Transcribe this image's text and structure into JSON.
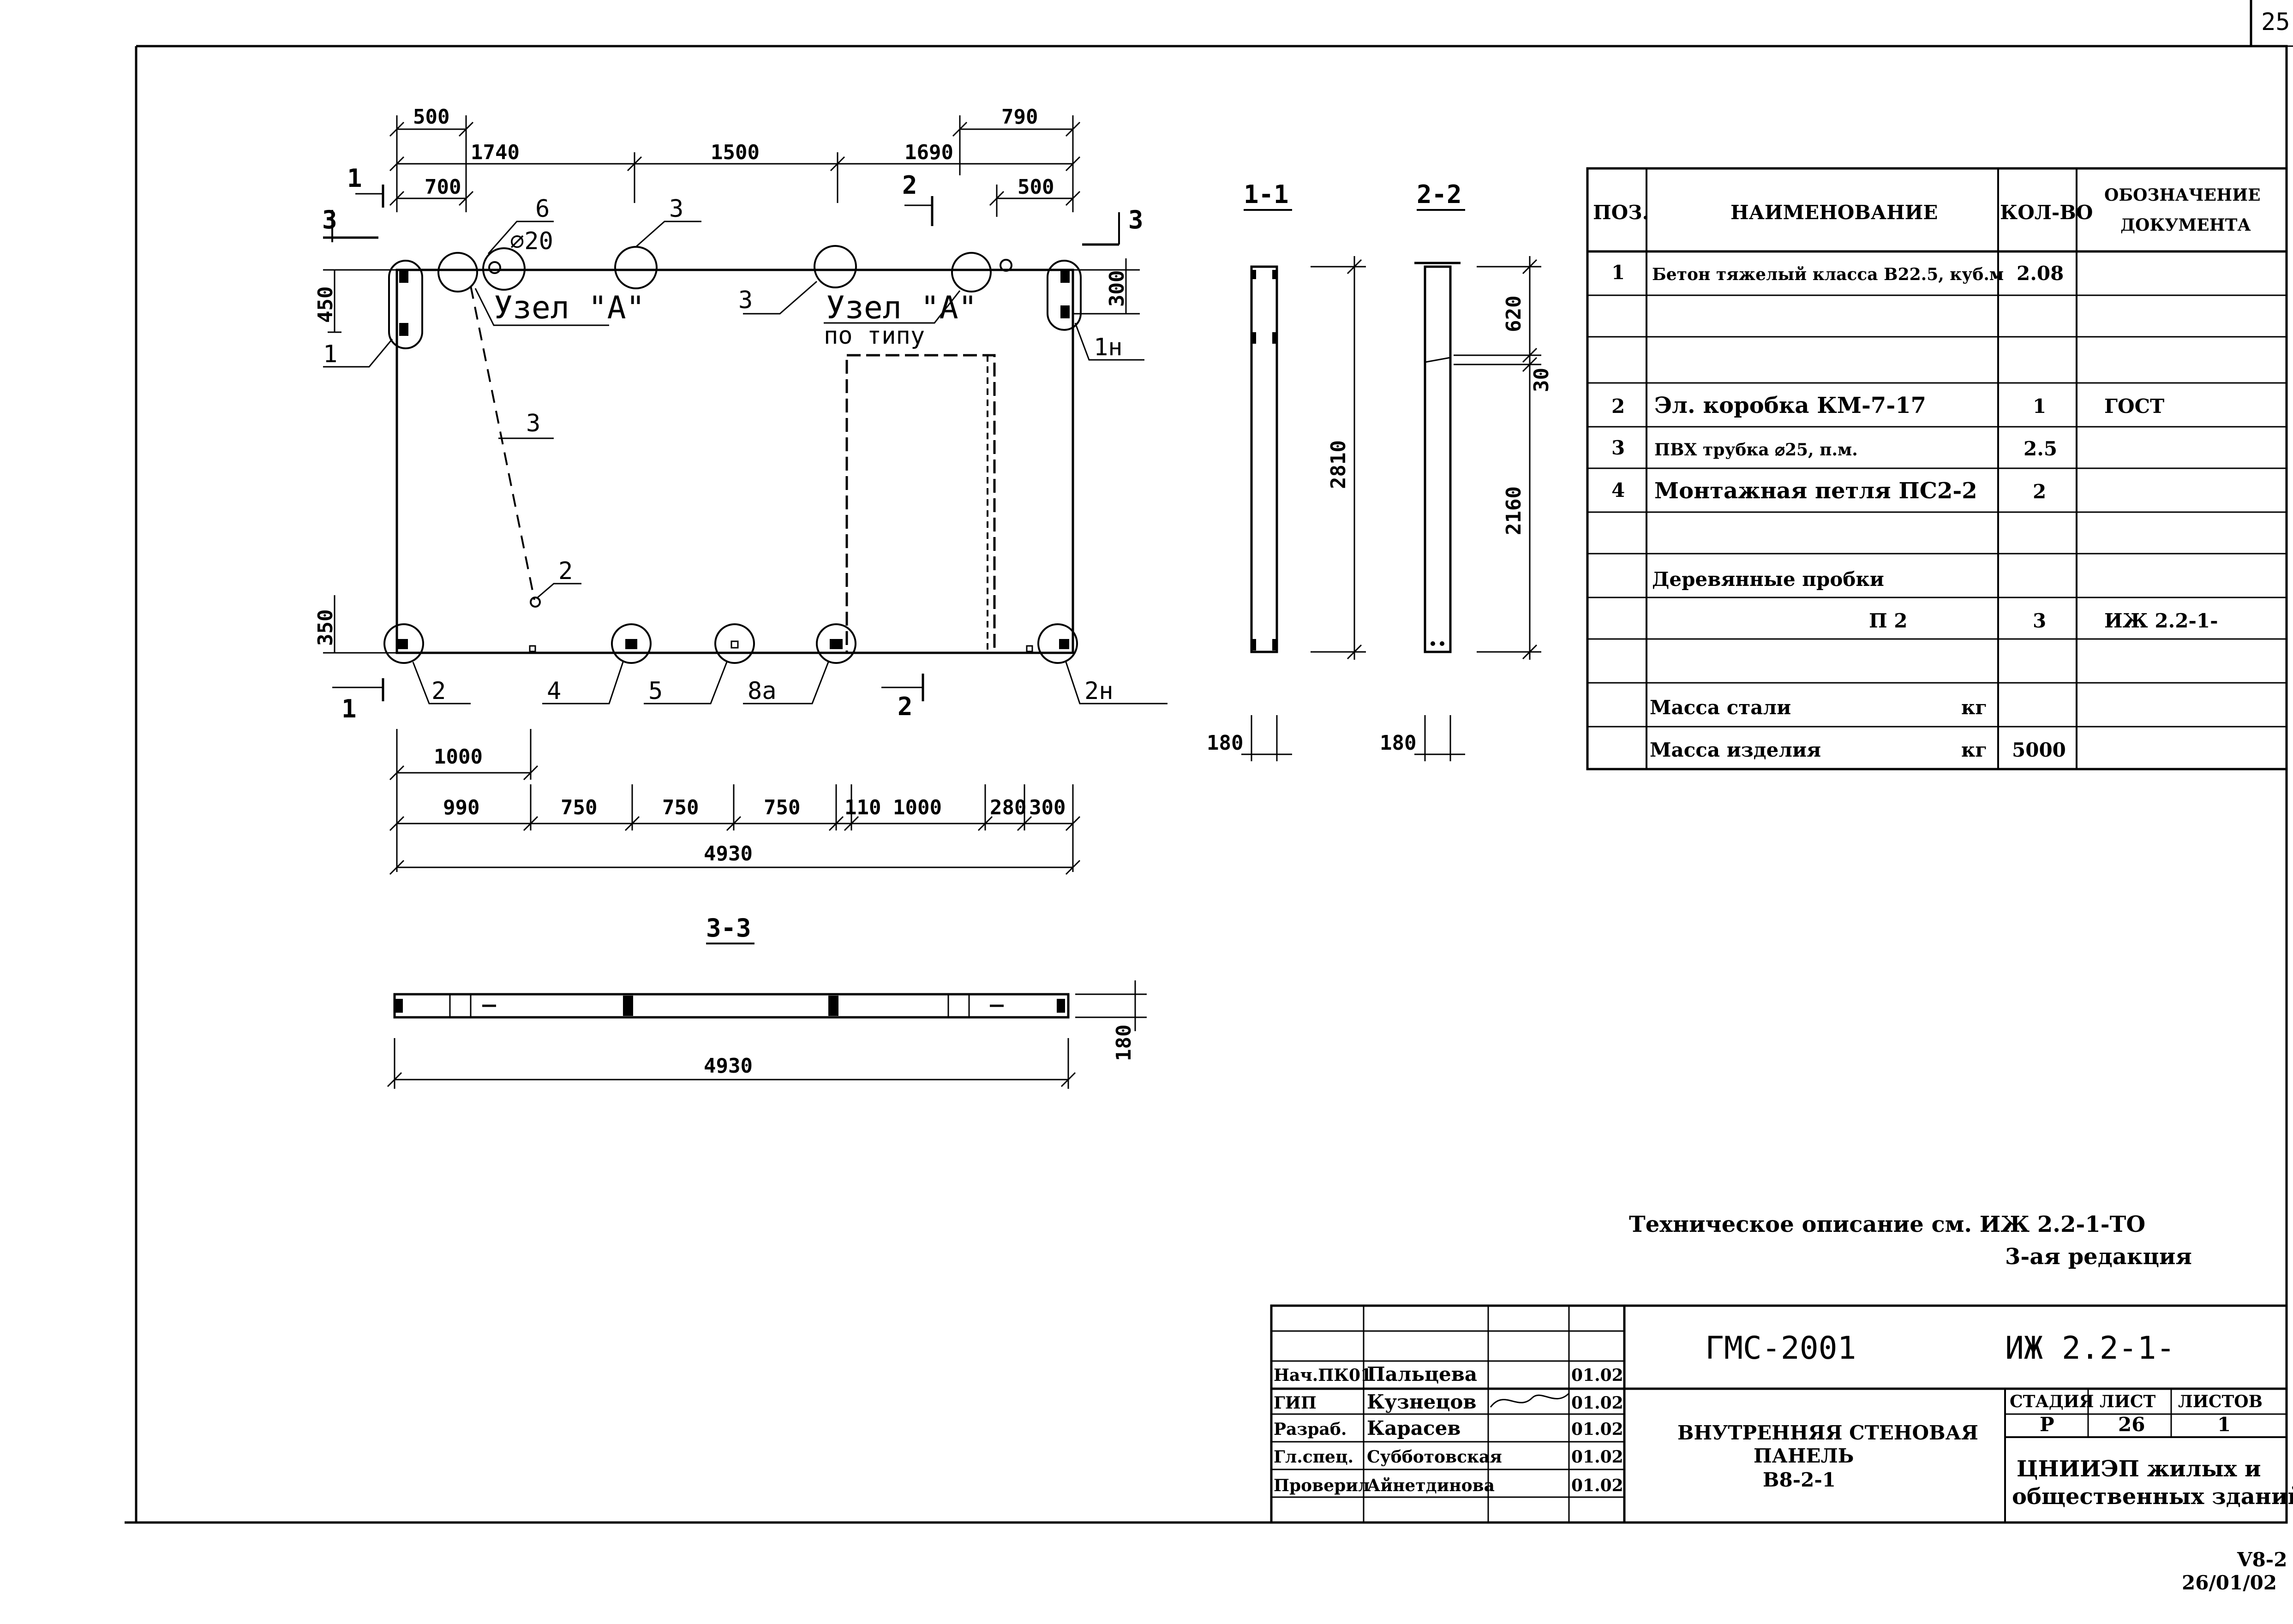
{
  "corner_number": "25",
  "panel": {
    "top_dims": {
      "d500_left": "500",
      "d790": "790",
      "d1740": "1740",
      "d1500": "1500",
      "d1690": "1690",
      "d700": "700",
      "d500_right": "500"
    },
    "left_dims": {
      "d450": "450",
      "d350": "350"
    },
    "right_dims": {
      "d300": "300"
    },
    "section_marks": {
      "s1": "1",
      "s2": "2",
      "s3": "3"
    },
    "callouts": {
      "c6": "6",
      "dia20": "⌀20",
      "c3a": "3",
      "c3b": "3",
      "c3c": "3",
      "uzel_a": "Узел \"А\"",
      "uzel_a2": "Узел \"А\"",
      "po_tipu": "по типу",
      "c1": "1",
      "c1n": "1н",
      "c2": "2",
      "c2n": "2н",
      "c2pt": "2",
      "c4": "4",
      "c5": "5",
      "c8a": "8а"
    },
    "bottom_dims": {
      "d1000_top": "1000",
      "chain": [
        "990",
        "750",
        "750",
        "750",
        "110",
        "1000",
        "280",
        "300"
      ],
      "total": "4930"
    }
  },
  "section_views": {
    "s11_title": "1-1",
    "s22_title": "2-2",
    "s11_height": "2810",
    "s22_d620": "620",
    "s22_d30": "30",
    "s22_d2160": "2160",
    "s11_thick": "180",
    "s22_thick": "180"
  },
  "section33": {
    "title": "3-3",
    "length": "4930",
    "thick": "180"
  },
  "spec_table": {
    "headers": [
      "ПОЗ.",
      "НАИМЕНОВАНИЕ",
      "КОЛ-ВО",
      "ОБОЗНАЧЕНИЕ ДОКУМЕНТА"
    ],
    "rows": [
      [
        "1",
        "Бетон тяжелый класса В22.5, куб.м",
        "2.08",
        ""
      ],
      [
        "",
        "",
        "",
        ""
      ],
      [
        "",
        "",
        "",
        ""
      ],
      [
        "2",
        "Эл. коробка КМ-7-17",
        "1",
        "ГОСТ"
      ],
      [
        "3",
        "ПВХ трубка ⌀25, п.м.",
        "2.5",
        ""
      ],
      [
        "4",
        "Монтажная петля ПС2-2",
        "2",
        ""
      ],
      [
        "",
        "",
        "",
        ""
      ],
      [
        "",
        "Деревянные пробки",
        "",
        ""
      ],
      [
        "",
        "П 2",
        "3",
        "ИЖ 2.2-1-"
      ],
      [
        "",
        "",
        "",
        ""
      ],
      [
        "",
        "Масса стали",
        "",
        ""
      ],
      [
        "",
        "Масса изделия",
        "5000",
        ""
      ]
    ],
    "unit_steel": "кг",
    "unit_product": "кг"
  },
  "notes": {
    "tech_desc": "Техническое описание  см. ИЖ 2.2-1-ТО",
    "edition": "3-ая редакция"
  },
  "title_block": {
    "project": "ГМС-2001",
    "code": "ИЖ 2.2-1-",
    "title_lines": [
      "ВНУТРЕННЯЯ СТЕНОВАЯ",
      "ПАНЕЛЬ",
      "В8-2-1"
    ],
    "stage_headers": [
      "СТАДИЯ",
      "ЛИСТ",
      "ЛИСТОВ"
    ],
    "stage_values": [
      "Р",
      "26",
      "1"
    ],
    "org_lines": [
      "ЦНИИЭП жилых и",
      "общественных зданий"
    ],
    "staff": [
      {
        "role": "Нач.ПК01",
        "name": "Пальцева",
        "date": "01.02"
      },
      {
        "role": "ГИП",
        "name": "Кузнецов",
        "date": "01.02"
      },
      {
        "role": "Разраб.",
        "name": "Карасев",
        "date": "01.02"
      },
      {
        "role": "Гл.спец.",
        "name": "Субботовская",
        "date": "01.02"
      },
      {
        "role": "Проверил",
        "name": "Айнетдинова",
        "date": "01.02"
      }
    ]
  },
  "stamp": {
    "line1": "V8-2",
    "line2": "26/01/02"
  }
}
